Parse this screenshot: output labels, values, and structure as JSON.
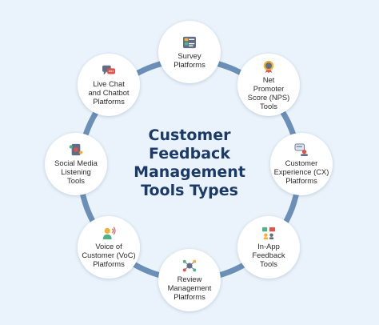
{
  "center_title": [
    "Customer",
    "Feedback",
    "Management",
    "Tools Types"
  ],
  "nodes": [
    {
      "lines": [
        "Survey",
        "Platforms"
      ],
      "icon": "survey-icon"
    },
    {
      "lines": [
        "Net",
        "Promoter",
        "Score (NPS)",
        "Tools"
      ],
      "icon": "nps-badge-icon"
    },
    {
      "lines": [
        "Customer",
        "Experience (CX)",
        "Platforms"
      ],
      "icon": "cx-chat-icon"
    },
    {
      "lines": [
        "In-App",
        "Feedback",
        "Tools"
      ],
      "icon": "in-app-feedback-icon"
    },
    {
      "lines": [
        "Review",
        "Management",
        "Platforms"
      ],
      "icon": "review-network-icon"
    },
    {
      "lines": [
        "Voice of",
        "Customer (VoC)",
        "Platforms"
      ],
      "icon": "voice-person-icon"
    },
    {
      "lines": [
        "Social Media",
        "Listening",
        "Tools"
      ],
      "icon": "social-media-icon"
    },
    {
      "lines": [
        "Live Chat",
        "and Chatbot",
        "Platforms"
      ],
      "icon": "live-chat-icon"
    }
  ],
  "colors": {
    "background": "#eaf3fb",
    "ring": "#6b8fb6",
    "title": "#1b3a67",
    "node_fill": "#ffffff"
  }
}
